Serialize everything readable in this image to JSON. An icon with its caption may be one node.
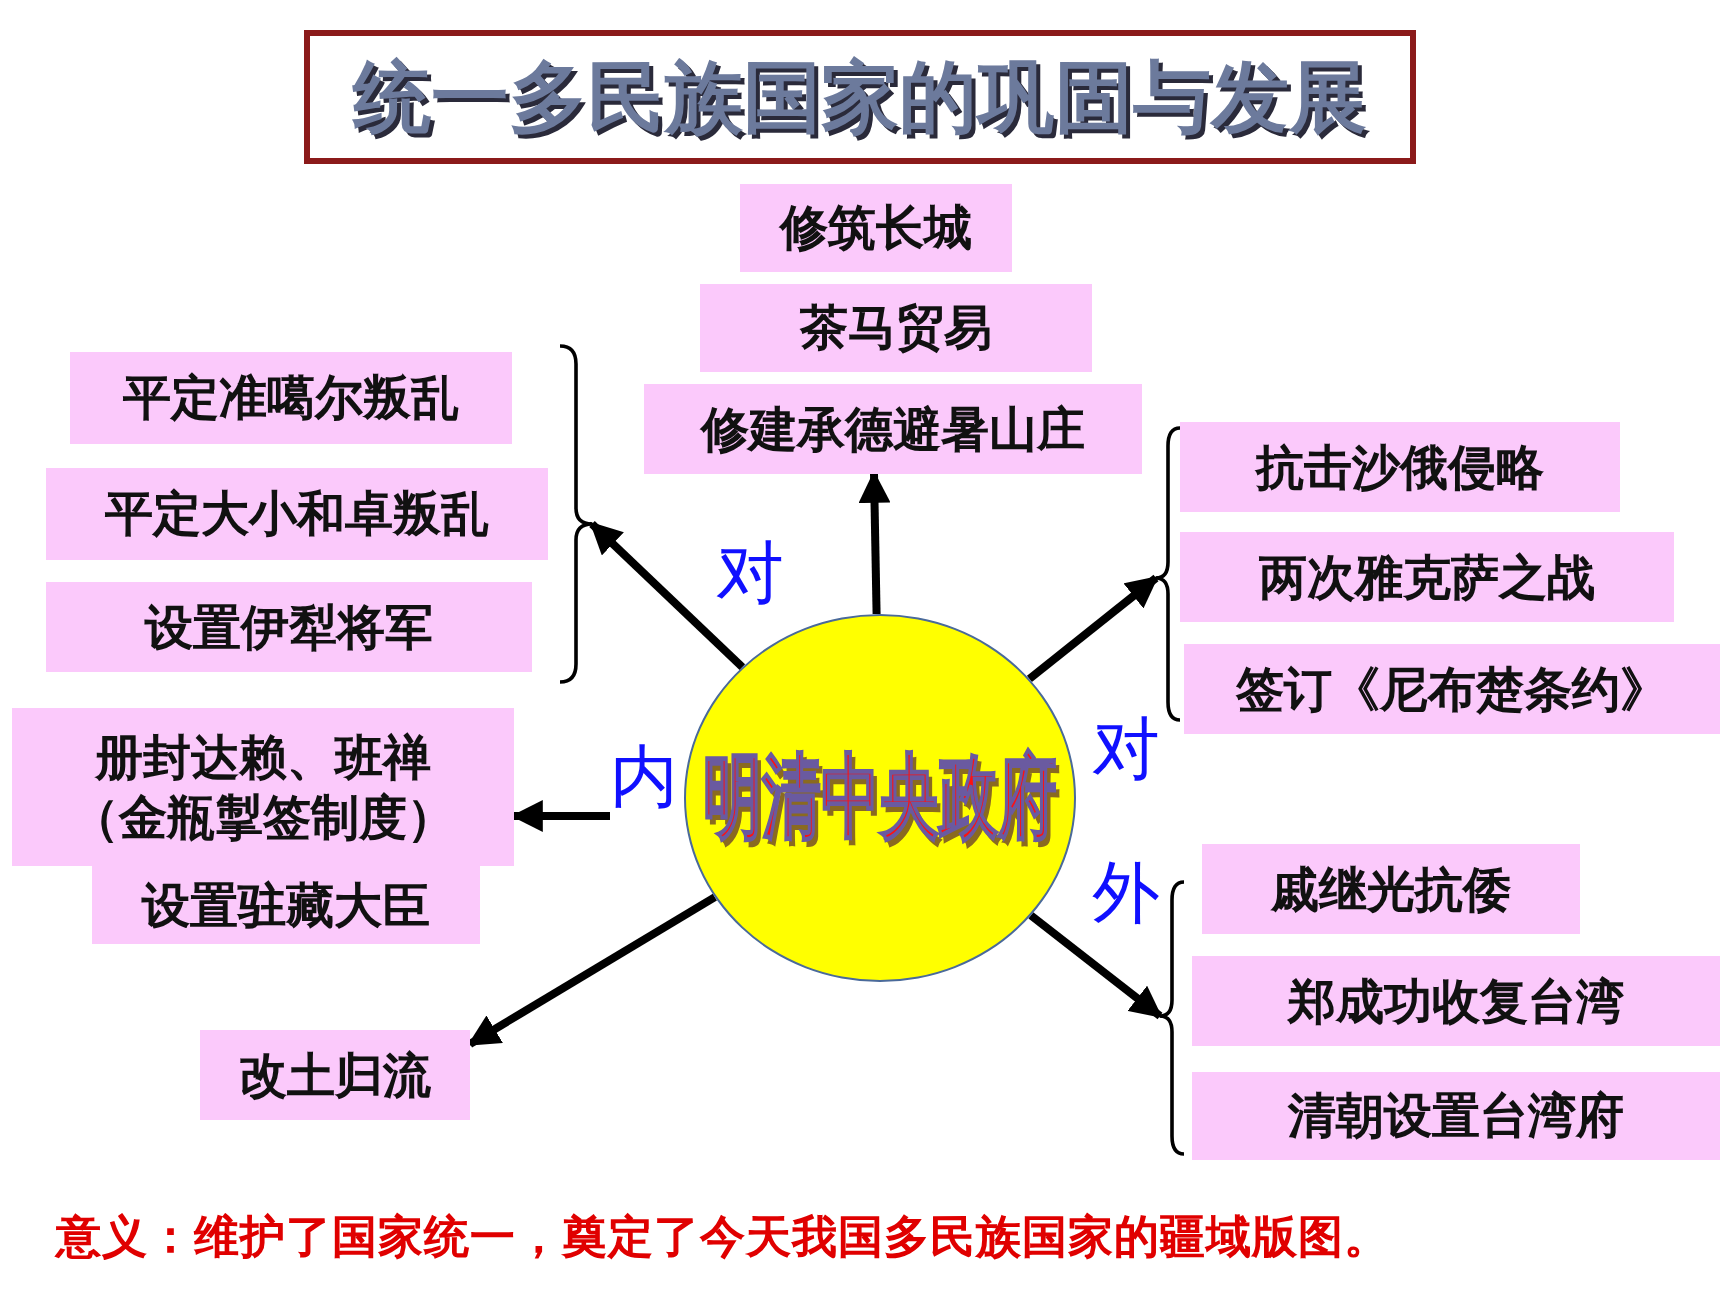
{
  "diagram": {
    "title": "统一多民族国家的巩固与发展",
    "caption": "意义：维护了国家统一，奠定了今天我国多民族国家的疆域版图。",
    "nodes": [
      {
        "text": [
          "修筑长城"
        ]
      },
      {
        "text": [
          "茶马贸易"
        ]
      },
      {
        "text": [
          "修建承德避暑山庄"
        ]
      },
      {
        "text": [
          "平定准噶尔叛乱"
        ]
      },
      {
        "text": [
          "平定大小和卓叛乱"
        ]
      },
      {
        "text": [
          "设置伊犁将军"
        ]
      },
      {
        "text": [],
        "shape": "bracket"
      },
      {
        "text": [
          "明清中央政府"
        ]
      },
      {
        "text": [
          "抗击沙俄侵略"
        ]
      },
      {
        "text": [
          "两次雅克萨之战"
        ]
      },
      {
        "text": [
          "签订《尼布楚条约》"
        ]
      },
      {
        "text": [],
        "shape": "bracket"
      },
      {
        "text": [
          "册封达赖、班禅（金瓶掣签制度）"
        ]
      },
      {
        "text": [
          "设置驻藏大臣"
        ]
      },
      {
        "text": [
          "戚继光抗倭"
        ]
      },
      {
        "text": [
          "郑成功收复台湾"
        ]
      },
      {
        "text": [
          "清朝设置台湾府"
        ]
      },
      {
        "text": [],
        "shape": "bracket"
      },
      {
        "text": [
          "改土归流"
        ]
      }
    ],
    "edges": [
      {
        "from": 7,
        "to": 2,
        "arrow": "to"
      },
      {
        "from": 7,
        "to": 6,
        "arrow": "to"
      },
      {
        "from": 7,
        "to": 11,
        "arrow": "to"
      },
      {
        "from": 7,
        "to": 12,
        "arrow": "to"
      },
      {
        "from": 7,
        "to": 17,
        "arrow": "to"
      },
      {
        "from": 7,
        "to": 18,
        "arrow": "to"
      }
    ],
    "labels": [
      "对",
      "内",
      "对",
      "外"
    ]
  }
}
